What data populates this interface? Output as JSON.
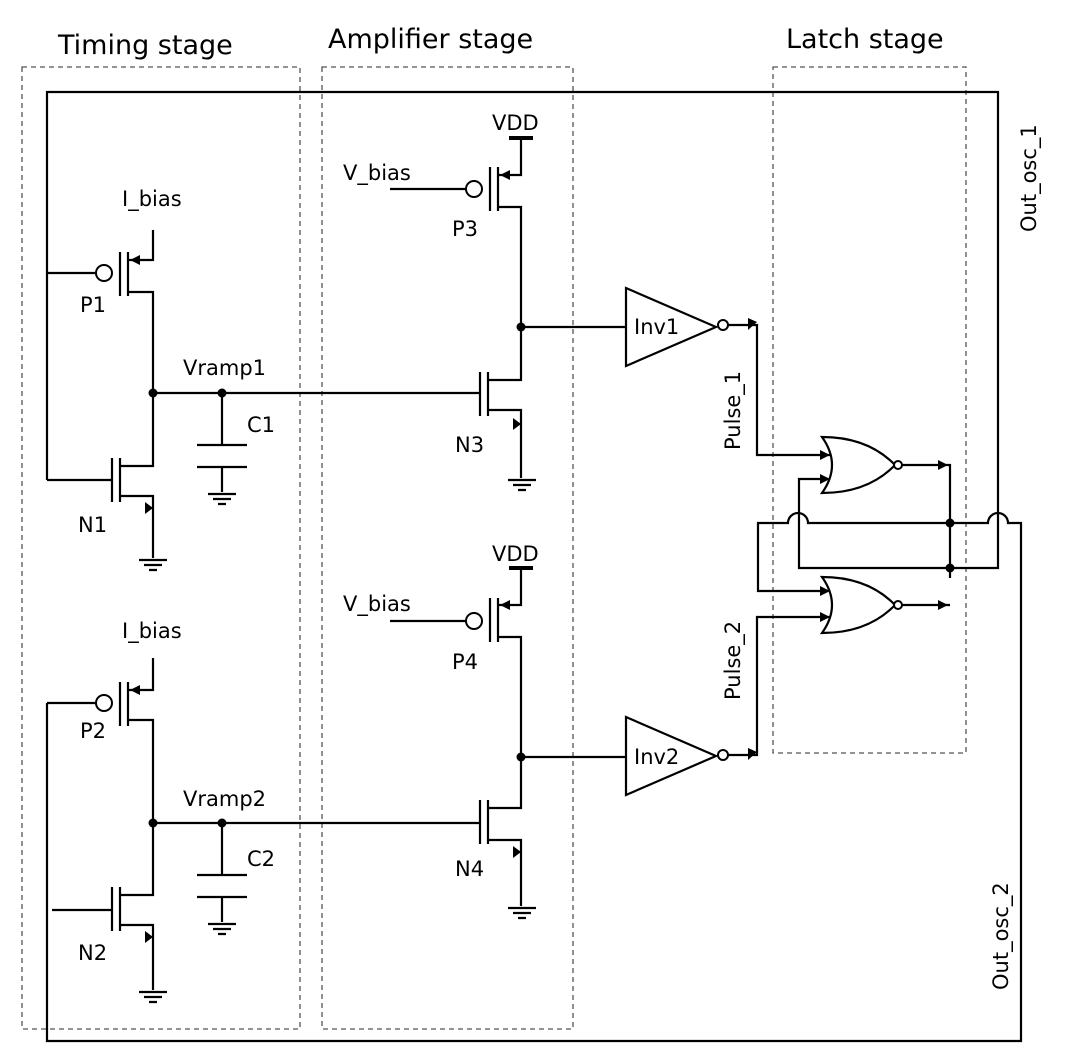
{
  "stages": {
    "timing": "Timing stage",
    "amplifier": "Amplifier stage",
    "latch": "Latch stage"
  },
  "labels": {
    "p1": "P1",
    "p2": "P2",
    "p3": "P3",
    "p4": "P4",
    "n1": "N1",
    "n2": "N2",
    "n3": "N3",
    "n4": "N4",
    "c1": "C1",
    "c2": "C2",
    "ibias1": "I_bias",
    "ibias2": "I_bias",
    "vbias1": "V_bias",
    "vbias2": "V_bias",
    "vdd1": "VDD",
    "vdd2": "VDD",
    "vramp1": "Vramp1",
    "vramp2": "Vramp2",
    "inv1": "Inv1",
    "inv2": "Inv2",
    "pulse1": "Pulse_1",
    "pulse2": "Pulse_2",
    "out1": "Out_osc_1",
    "out2": "Out_osc_2"
  }
}
